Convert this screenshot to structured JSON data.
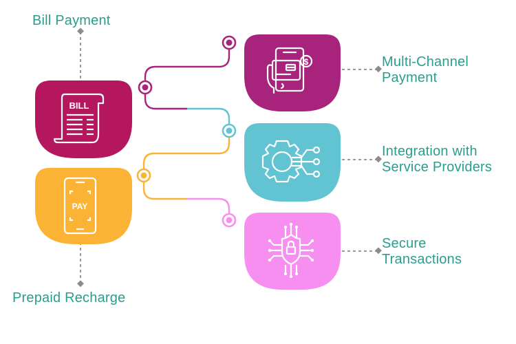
{
  "colors": {
    "bill": "#b5175e",
    "prepaid": "#fbb336",
    "multi_channel": "#a8247c",
    "integration": "#62c3d2",
    "secure": "#f68ff0",
    "label_text": "#2a9d8f",
    "dashed_line": "#8c8c8c"
  },
  "left_nodes": [
    {
      "id": "bill-payment",
      "label": "Bill Payment",
      "icon": "bill-receipt-icon",
      "icon_text": "BILL"
    },
    {
      "id": "prepaid-recharge",
      "label": "Prepaid Recharge",
      "icon": "phone-pay-icon",
      "icon_text": "PAY"
    }
  ],
  "right_nodes": [
    {
      "id": "multi-channel-payment",
      "label_lines": [
        "Multi-Channel",
        "Payment"
      ],
      "icon": "card-payment-icon"
    },
    {
      "id": "integration-service-providers",
      "label_lines": [
        "Integration with",
        "Service Providers"
      ],
      "icon": "gear-circuit-icon"
    },
    {
      "id": "secure-transactions",
      "label_lines": [
        "Secure",
        "Transactions"
      ],
      "icon": "shield-lock-icon"
    }
  ]
}
